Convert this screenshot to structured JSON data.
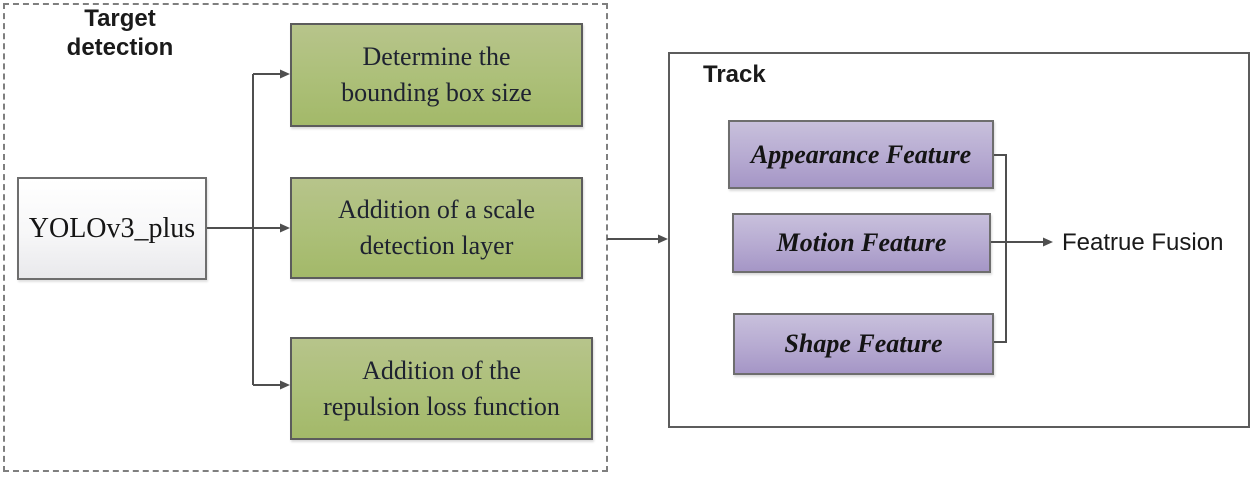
{
  "diagram": {
    "target_detection": {
      "title": "Target detection",
      "source": {
        "label": "YOLOv3_plus"
      },
      "steps": [
        {
          "line1": "Determine the",
          "line2": "bounding box size"
        },
        {
          "line1": "Addition of a scale",
          "line2": "detection layer"
        },
        {
          "line1": "Addition of the",
          "line2": "repulsion loss function"
        }
      ]
    },
    "track": {
      "title": "Track",
      "features": [
        "Appearance Feature",
        "Motion Feature",
        "Shape Feature"
      ],
      "fusion_label": "Featrue Fusion"
    },
    "colors": {
      "green_box_fill": "#adc07a",
      "purple_box_fill": "#b6aad1",
      "yolo_box_fill": "#f4f4f6",
      "box_border": "#5c5c5c",
      "connector": "#4f4f4f",
      "dashed_border": "#7f7f7f",
      "text": "#1a1a1a"
    }
  }
}
